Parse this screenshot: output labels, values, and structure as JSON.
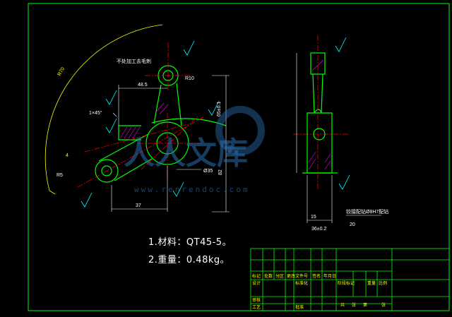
{
  "notes": {
    "material": "1.材料：QT45-5。",
    "weight": "2.重量：0.48kg。"
  },
  "labels": {
    "no_machining": "不处加工去毛刺",
    "chamfer": "1×45°",
    "fit_note": "铰接配钻Ø8H7配钻"
  },
  "dimensions": {
    "d_48_5": "48.5",
    "d_37": "37",
    "d_36_2": "36±0.2",
    "d_20": "20",
    "d_15": "15",
    "d_4": "4",
    "d_82": "82",
    "d_65": "65±0.1",
    "d_35": "Ø35",
    "d_r10": "R10",
    "d_r70": "R70",
    "d_r5": "R5"
  },
  "titleblock": {
    "row1": [
      "标记",
      "处数",
      "分区",
      "更改文件号",
      "签名",
      "年月日"
    ],
    "row2": [
      "设计",
      "",
      "标准化"
    ],
    "row3": [
      "审核"
    ],
    "row4": [
      "工艺",
      "",
      "批准"
    ],
    "right_row1": [
      "阶段标记",
      "重量",
      "比例"
    ],
    "right_row2": [
      "共",
      "张",
      "第",
      "张"
    ]
  },
  "watermark": {
    "text": "人人文库",
    "url": "www.renrendoc.com"
  },
  "colors": {
    "border": "#00ff00",
    "outline": "#00ff00",
    "dimension": "#ffffff",
    "center": "#ff0000",
    "hatch": "#ff00ff",
    "tolerance": "#00ffff",
    "text_yellow": "#ffff00"
  }
}
